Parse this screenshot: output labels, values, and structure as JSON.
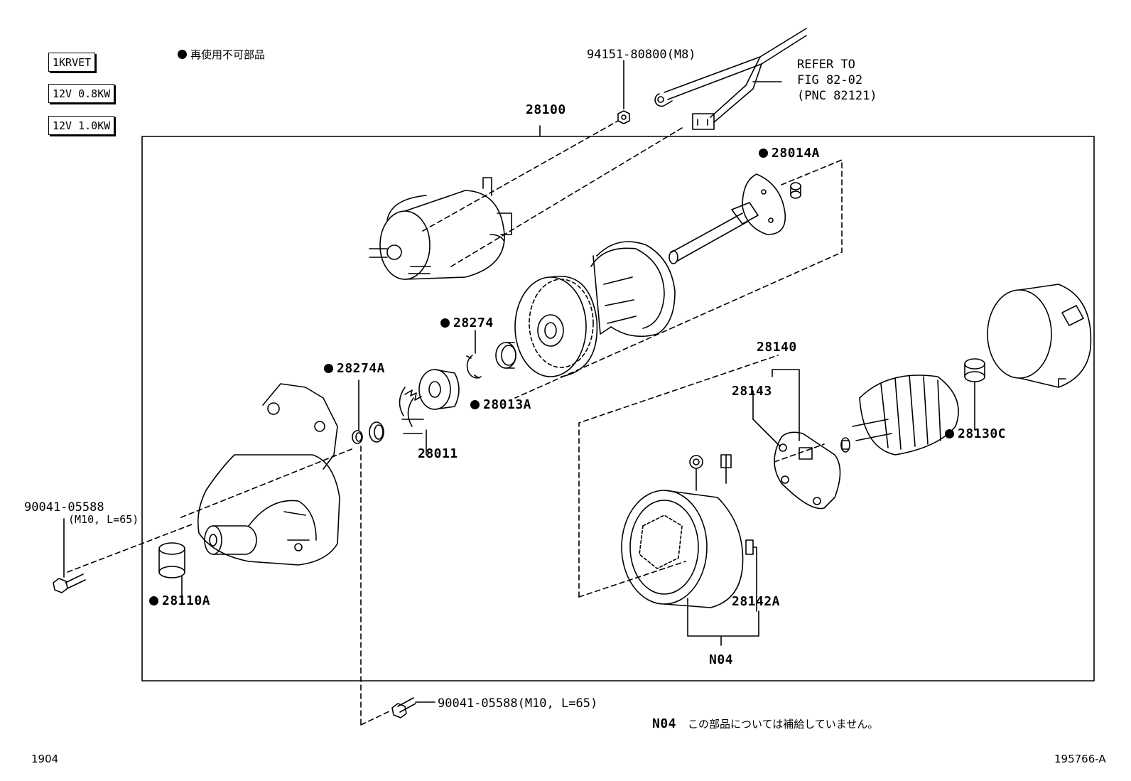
{
  "legend": {
    "engine": "1KRVET",
    "spec1": "12V 0.8KW",
    "spec2": "12V 1.0KW",
    "non_reusable_note": "再使用不可部品"
  },
  "header": {
    "nut_part": "94151-80800",
    "nut_spec": "(M8)",
    "refer_line1": "REFER TO",
    "refer_line2": "FIG 82-02",
    "refer_line3": "(PNC 82121)"
  },
  "parts": {
    "assembly": "28100",
    "p28014A": "28014A",
    "p28274": "28274",
    "p28274A": "28274A",
    "p28013A": "28013A",
    "p28011": "28011",
    "p28140": "28140",
    "p28143": "28143",
    "p28130C": "28130C",
    "p28142A": "28142A",
    "p28110A": "28110A",
    "pN04": "N04",
    "bolt1": "90041-05588",
    "bolt1_spec": "(M10, L=65)",
    "bolt2": "90041-05588",
    "bolt2_spec": "(M10, L=65)"
  },
  "footer": {
    "n04_code": "N04",
    "n04_note": "この部品については補給していません。",
    "date_code": "1904",
    "figure_id": "195766-A"
  }
}
